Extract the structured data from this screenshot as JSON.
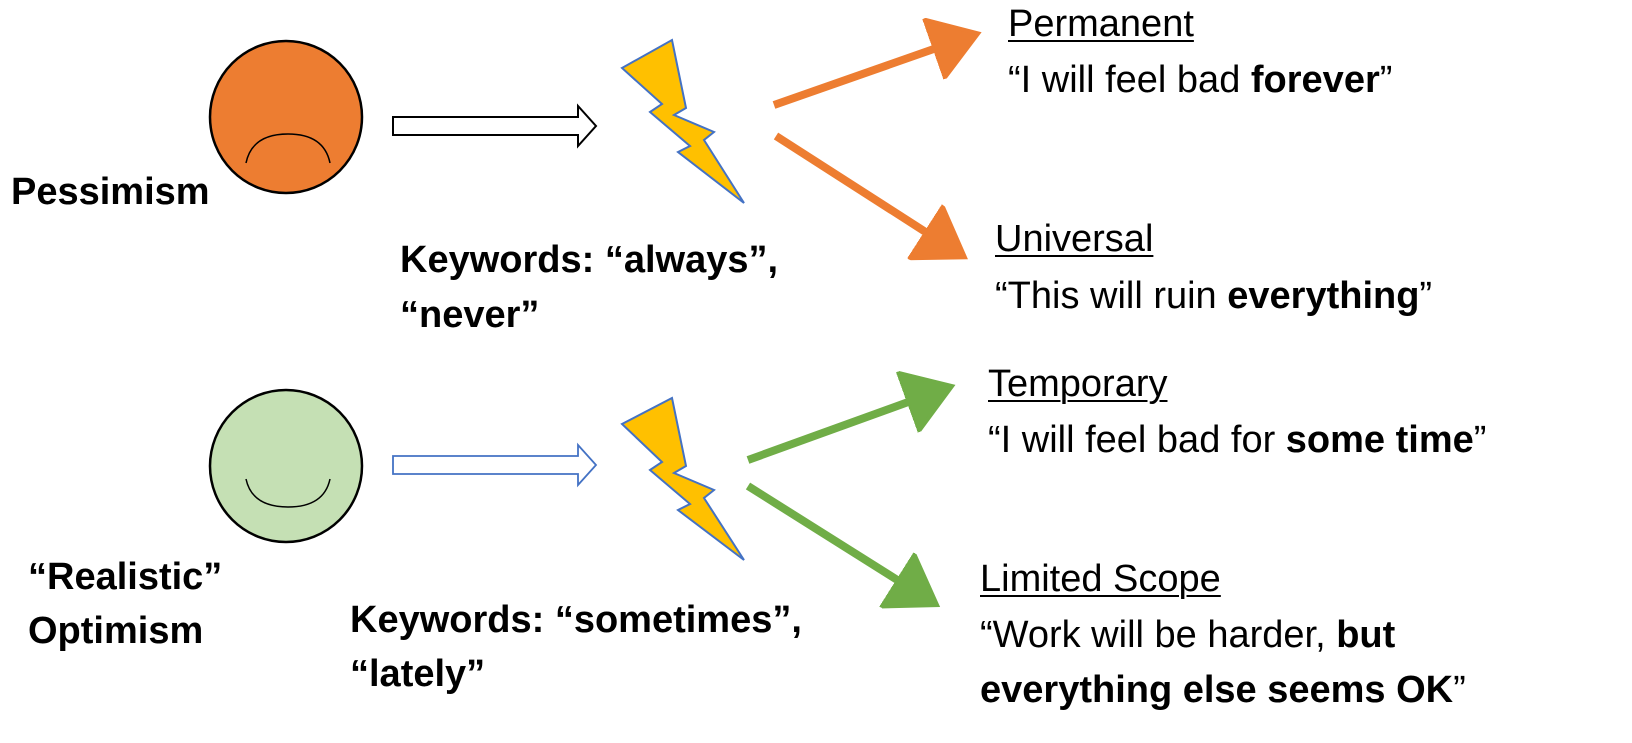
{
  "pessimism": {
    "label": "Pessimism",
    "face": {
      "fill": "#ED7D31",
      "mood": "frown"
    },
    "keywords_line1": "Keywords: “always”,",
    "keywords_line2": "“never”",
    "arrow_color": "#ED7D31",
    "branches": [
      {
        "heading": "Permanent",
        "quote_before": "“I will feel bad ",
        "quote_bold": "forever",
        "quote_after": "”"
      },
      {
        "heading": "Universal",
        "quote_before": "“This will ruin ",
        "quote_bold": "everything",
        "quote_after": "”"
      }
    ]
  },
  "optimism": {
    "label_line1": "“Realistic”",
    "label_line2": "Optimism",
    "face": {
      "fill": "#C5E0B4",
      "mood": "smile"
    },
    "keywords_line1": "Keywords: “sometimes”,",
    "keywords_line2": "“lately”",
    "arrow_color": "#70AD47",
    "branches": [
      {
        "heading": "Temporary ",
        "quote_before": "“I will feel bad for ",
        "quote_bold": "some time",
        "quote_after": "”"
      },
      {
        "heading": "Limited Scope",
        "quote_before": "“Work will be harder, ",
        "quote_bold": "but",
        "quote_line2_bold": "everything else seems OK",
        "quote_after": "”"
      }
    ]
  },
  "lightning_color": "#FFC000",
  "lightning_outline": "#4472C4"
}
